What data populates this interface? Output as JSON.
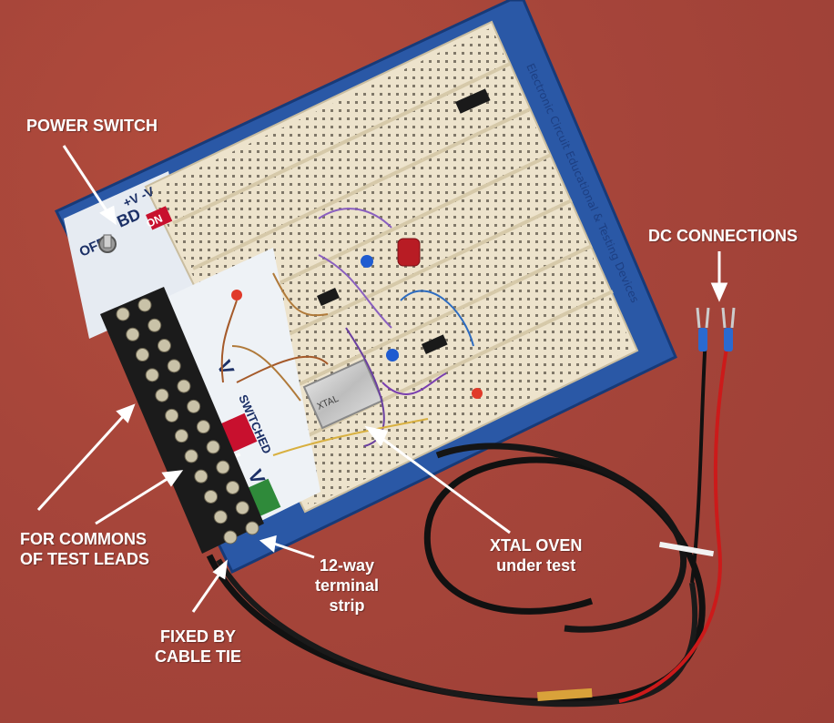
{
  "image": {
    "description_free": true,
    "background_color": "#a6453a",
    "board_color": "#2a5aa8",
    "breadboard_color": "#efe6d2"
  },
  "labels": {
    "power_switch": "POWER SWITCH",
    "dc_connections": "DC CONNECTIONS",
    "for_commons_line1": "FOR COMMONS",
    "for_commons_line2": "OF TEST LEADS",
    "xtal_oven_line1": "XTAL OVEN",
    "xtal_oven_line2": "under test",
    "terminal_line1": "12-way",
    "terminal_line2": "terminal",
    "terminal_line3": "strip",
    "fixed_line1": "FIXED BY",
    "fixed_line2": "CABLE TIE"
  },
  "board_print": {
    "switch_top": "+V  -V",
    "switch_mid": "BD",
    "switch_on": "ON",
    "switch_off": "OFF",
    "brand": "Electronic Circuit Educational & Testing Devices",
    "switched": "SWITCHED",
    "pos": "+",
    "neg": "—",
    "v_pos": "V",
    "v_neg": "V",
    "xtal_marking": "XTAL"
  }
}
